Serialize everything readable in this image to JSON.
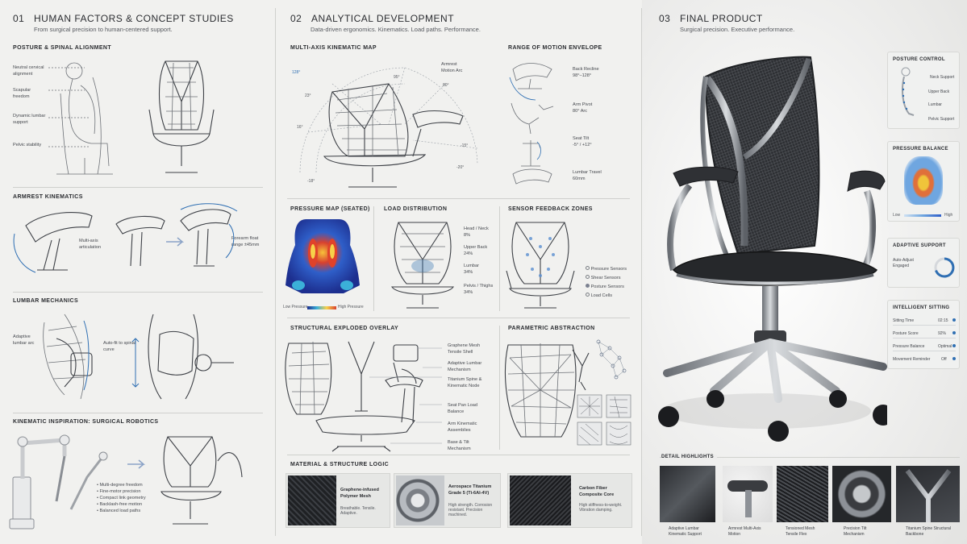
{
  "col1": {
    "num": "01",
    "title": "HUMAN FACTORS & CONCEPT STUDIES",
    "subtitle": "From surgical precision to human-centered support.",
    "posture": {
      "title": "POSTURE & SPINAL ALIGNMENT",
      "labels": [
        "Neutral cervical alignment",
        "Scapular freedom",
        "Dynamic lumbar support",
        "Pelvic stability"
      ]
    },
    "armrest": {
      "title": "ARMREST KINEMATICS",
      "labels": [
        "Multi-axis articulation",
        "Forearm float range ±45mm"
      ]
    },
    "lumbar": {
      "title": "LUMBAR MECHANICS",
      "labels": [
        "Adaptive lumbar arc",
        "Auto-fit to spinal curve"
      ]
    },
    "robotics": {
      "title": "KINEMATIC INSPIRATION: SURGICAL ROBOTICS",
      "bullets": [
        "Multi-degree freedom",
        "Fine-motor precision",
        "Compact link geometry",
        "Backlash-free motion",
        "Balanced load paths"
      ]
    }
  },
  "col2": {
    "num": "02",
    "title": "ANALYTICAL DEVELOPMENT",
    "subtitle": "Data-driven ergonomics. Kinematics. Load paths. Performance.",
    "kinematic": {
      "title": "MULTI-AXIS KINEMATIC MAP",
      "angles": [
        "128°",
        "95°",
        "80°",
        "23°",
        "16°",
        "-18°",
        "-15°",
        "-20°"
      ],
      "armrest_label": "Armrest Motion Arc"
    },
    "motion": {
      "title": "RANGE OF MOTION ENVELOPE",
      "items": [
        {
          "name": "Back Recline",
          "value": "98°–128°"
        },
        {
          "name": "Arm Pivot",
          "value": "80° Arc"
        },
        {
          "name": "Seat Tilt",
          "value": "-5° / +12°"
        },
        {
          "name": "Lumbar Travel",
          "value": "60mm"
        }
      ]
    },
    "pressure": {
      "title": "PRESSURE MAP (SEATED)",
      "low": "Low Pressure",
      "high": "High Pressure"
    },
    "load": {
      "title": "LOAD DISTRIBUTION",
      "items": [
        {
          "name": "Head / Neck",
          "value": "8%"
        },
        {
          "name": "Upper Back",
          "value": "24%"
        },
        {
          "name": "Lumbar",
          "value": "34%"
        },
        {
          "name": "Pelvis / Thighs",
          "value": "34%"
        }
      ]
    },
    "sensor": {
      "title": "SENSOR FEEDBACK ZONES",
      "legend": [
        "Pressure Sensors",
        "Shear Sensors",
        "Posture Sensors",
        "Load Cells"
      ]
    },
    "exploded": {
      "title": "STRUCTURAL EXPLODED OVERLAY",
      "labels": [
        "Graphene Mesh Tensile Shell",
        "Adaptive Lumbar Mechanism",
        "Titanium Spine & Kinematic Node",
        "Seat Pan Load Balance",
        "Arm Kinematic Assemblies",
        "Base & Tilt Mechanism"
      ]
    },
    "parametric": {
      "title": "PARAMETRIC ABSTRACTION"
    },
    "material": {
      "title": "MATERIAL & STRUCTURE LOGIC",
      "items": [
        {
          "name": "Graphene-infused Polymer Mesh",
          "desc": "Breathable. Tensile. Adaptive."
        },
        {
          "name": "Aerospace Titanium Grade 5 (Ti-6Al-4V)",
          "desc": "High strength. Corrosion resistant. Precision machined."
        },
        {
          "name": "Carbon Fiber Composite Core",
          "desc": "High stiffness-to-weight. Vibration damping."
        }
      ]
    }
  },
  "col3": {
    "num": "03",
    "title": "FINAL PRODUCT",
    "subtitle": "Surgical precision. Executive performance.",
    "posture_control": {
      "title": "POSTURE CONTROL",
      "items": [
        "Neck Support",
        "Upper Back",
        "Lumbar",
        "Pelvic Support"
      ]
    },
    "pressure_balance": {
      "title": "PRESSURE BALANCE",
      "low": "Low",
      "high": "High"
    },
    "adaptive": {
      "title": "ADAPTIVE SUPPORT",
      "status": "Auto-Adjust Engaged"
    },
    "sitting": {
      "title": "INTELLIGENT SITTING",
      "rows": [
        {
          "name": "Sitting Time",
          "value": "02:15"
        },
        {
          "name": "Posture Score",
          "value": "92%"
        },
        {
          "name": "Pressure Balance",
          "value": "Optimal"
        },
        {
          "name": "Movement Reminder",
          "value": "Off"
        }
      ]
    },
    "highlights": {
      "title": "DETAIL HIGHLIGHTS",
      "items": [
        "Adaptive Lumbar Kinematic Support",
        "Armrest Multi-Axis Motion",
        "Tensioned Mesh Tensile Flex",
        "Precision Tilt Mechanism",
        "Titanium Spine Structural Backbone"
      ]
    }
  },
  "colors": {
    "background": "#f1f1ef",
    "accent_blue": "#2f6fb3",
    "chair_dark": "#2b2d31",
    "titanium": "#b8bcc1"
  }
}
